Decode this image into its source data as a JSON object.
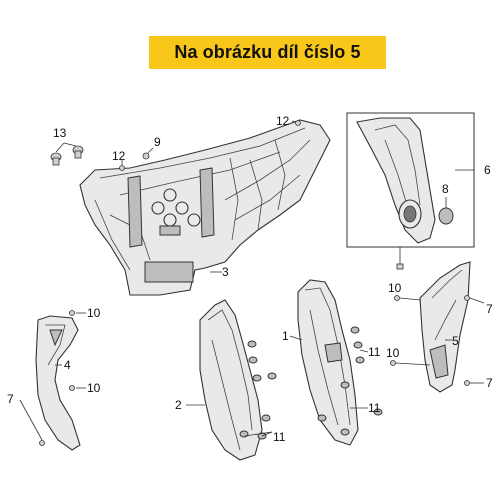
{
  "banner": {
    "text": "Na obrázku díl číslo 5"
  },
  "callouts": {
    "c1": "1",
    "c2": "2",
    "c3": "3",
    "c4": "4",
    "c5": "5",
    "c6": "6",
    "c7a": "7",
    "c7b": "7",
    "c7c": "7",
    "c8": "8",
    "c9": "9",
    "c10a": "10",
    "c10b": "10",
    "c10c": "10",
    "c10d": "10",
    "c11a": "11",
    "c11b": "11",
    "c11c": "11",
    "c12a": "12",
    "c12b": "12",
    "c13": "13"
  },
  "colors": {
    "banner": "#f9c61a"
  }
}
